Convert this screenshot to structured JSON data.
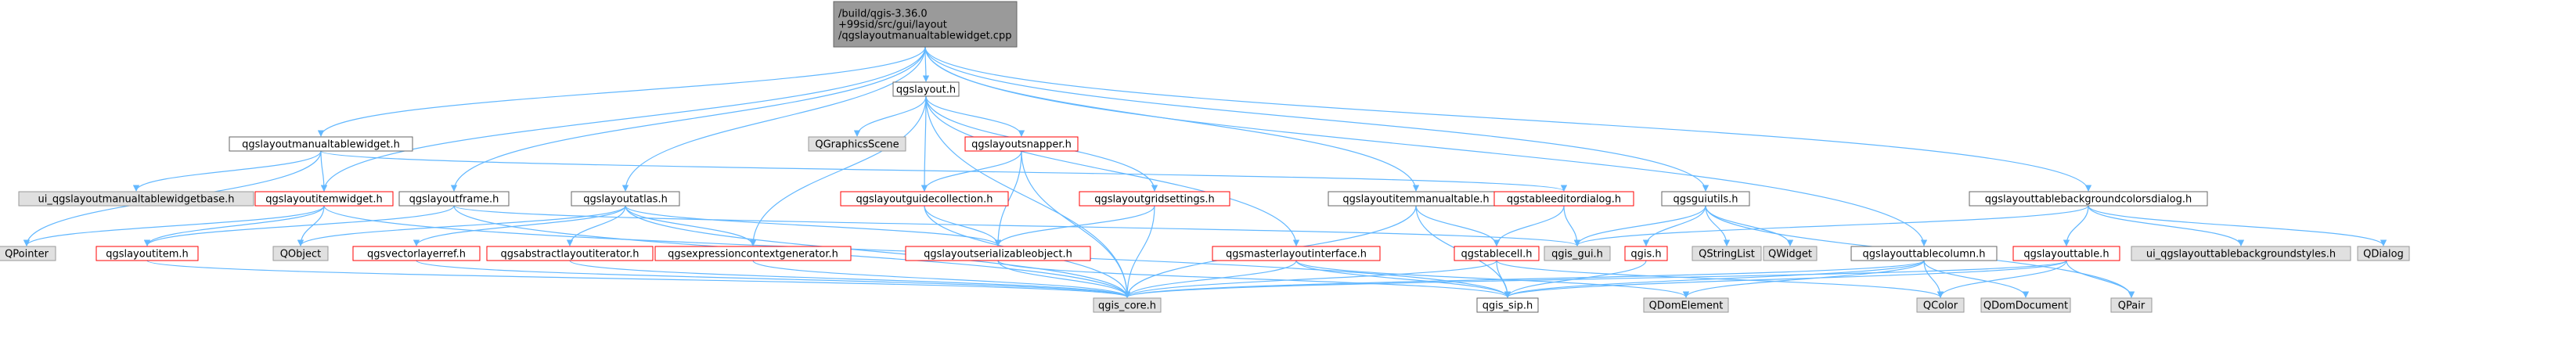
{
  "graph": {
    "colors": {
      "edge": "#63b8ff",
      "root_fill": "#9a9a9a",
      "root_border": "#666666",
      "gray_fill": "#e0e0e0",
      "gray_border": "#999999",
      "white_fill": "#ffffff",
      "white_border": "#666666",
      "red_border": "#ff0000"
    },
    "nodes": [
      {
        "id": "root",
        "lines": [
          "/build/qgis-3.36.0",
          "+99sid/src/gui/layout",
          "/qgslayoutmanualtablewidget.cpp"
        ],
        "style": "root"
      },
      {
        "id": "qgslayout_h",
        "lines": [
          "qgslayout.h"
        ],
        "style": "white"
      },
      {
        "id": "qgslayoutmanualtablewidget_h",
        "lines": [
          "qgslayoutmanualtablewidget.h"
        ],
        "style": "white"
      },
      {
        "id": "qgraphicsscene",
        "lines": [
          "QGraphicsScene"
        ],
        "style": "gray"
      },
      {
        "id": "qgslayoutsnapper_h",
        "lines": [
          "qgslayoutsnapper.h"
        ],
        "style": "red"
      },
      {
        "id": "ui_manualtable",
        "lines": [
          "ui_qgslayoutmanualtablewidgetbase.h"
        ],
        "style": "gray"
      },
      {
        "id": "qgslayoutitemwidget_h",
        "lines": [
          "qgslayoutitemwidget.h"
        ],
        "style": "red"
      },
      {
        "id": "qgslayoutframe_h",
        "lines": [
          "qgslayoutframe.h"
        ],
        "style": "white"
      },
      {
        "id": "qgslayoutatlas_h",
        "lines": [
          "qgslayoutatlas.h"
        ],
        "style": "white"
      },
      {
        "id": "qgslayoutguidecollection_h",
        "lines": [
          "qgslayoutguidecollection.h"
        ],
        "style": "red"
      },
      {
        "id": "qgslayoutgridsettings_h",
        "lines": [
          "qgslayoutgridsettings.h"
        ],
        "style": "red"
      },
      {
        "id": "qgslayoutitemmanualtable_h",
        "lines": [
          "qgslayoutitemmanualtable.h"
        ],
        "style": "white"
      },
      {
        "id": "qgstableeditordialog_h",
        "lines": [
          "qgstableeditordialog.h"
        ],
        "style": "red"
      },
      {
        "id": "qgsguiutils_h",
        "lines": [
          "qgsguiutils.h"
        ],
        "style": "white"
      },
      {
        "id": "qgslayouttablebackground_h",
        "lines": [
          "qgslayouttablebackgroundcolorsdialog.h"
        ],
        "style": "white"
      },
      {
        "id": "qpointer",
        "lines": [
          "QPointer"
        ],
        "style": "gray"
      },
      {
        "id": "qgslayoutitem_h",
        "lines": [
          "qgslayoutitem.h"
        ],
        "style": "red"
      },
      {
        "id": "qobject",
        "lines": [
          "QObject"
        ],
        "style": "gray"
      },
      {
        "id": "qgsvectorlayerref_h",
        "lines": [
          "qgsvectorlayerref.h"
        ],
        "style": "red"
      },
      {
        "id": "qgsabstractlayoutiterator_h",
        "lines": [
          "qgsabstractlayoutiterator.h"
        ],
        "style": "red"
      },
      {
        "id": "qgsexpressioncontextgenerator_h",
        "lines": [
          "qgsexpressioncontextgenerator.h"
        ],
        "style": "red"
      },
      {
        "id": "qgslayoutserializableobject_h",
        "lines": [
          "qgslayoutserializableobject.h"
        ],
        "style": "red"
      },
      {
        "id": "qgsmasterlayoutinterface_h",
        "lines": [
          "qgsmasterlayoutinterface.h"
        ],
        "style": "red"
      },
      {
        "id": "qgstablecell_h",
        "lines": [
          "qgstablecell.h"
        ],
        "style": "red"
      },
      {
        "id": "qgis_gui_h",
        "lines": [
          "qgis_gui.h"
        ],
        "style": "gray"
      },
      {
        "id": "qgis_h",
        "lines": [
          "qgis.h"
        ],
        "style": "red"
      },
      {
        "id": "qstringlist",
        "lines": [
          "QStringList"
        ],
        "style": "gray"
      },
      {
        "id": "qwidget",
        "lines": [
          "QWidget"
        ],
        "style": "gray"
      },
      {
        "id": "qgslayouttablecolumn_h",
        "lines": [
          "qgslayouttablecolumn.h"
        ],
        "style": "white"
      },
      {
        "id": "qgslayouttable_h",
        "lines": [
          "qgslayouttable.h"
        ],
        "style": "red"
      },
      {
        "id": "ui_tablebackground",
        "lines": [
          "ui_qgslayouttablebackgroundstyles.h"
        ],
        "style": "gray"
      },
      {
        "id": "qdialog",
        "lines": [
          "QDialog"
        ],
        "style": "gray"
      },
      {
        "id": "qgis_core_h",
        "lines": [
          "qgis_core.h"
        ],
        "style": "gray"
      },
      {
        "id": "qgis_sip_h",
        "lines": [
          "qgis_sip.h"
        ],
        "style": "white"
      },
      {
        "id": "qdomelement",
        "lines": [
          "QDomElement"
        ],
        "style": "gray"
      },
      {
        "id": "qcolor",
        "lines": [
          "QColor"
        ],
        "style": "gray"
      },
      {
        "id": "qdomdocument",
        "lines": [
          "QDomDocument"
        ],
        "style": "gray"
      },
      {
        "id": "qpair",
        "lines": [
          "QPair"
        ],
        "style": "gray"
      }
    ],
    "edges": [
      [
        "root",
        "qgslayout_h"
      ],
      [
        "root",
        "qgslayoutmanualtablewidget_h"
      ],
      [
        "root",
        "qgslayoutitemwidget_h"
      ],
      [
        "root",
        "qgslayoutframe_h"
      ],
      [
        "root",
        "qgslayoutatlas_h"
      ],
      [
        "root",
        "qgslayoutitemmanualtable_h"
      ],
      [
        "root",
        "qgsguiutils_h"
      ],
      [
        "root",
        "qgslayouttablebackground_h"
      ],
      [
        "root",
        "qgslayouttablecolumn_h"
      ],
      [
        "qgslayout_h",
        "qgraphicsscene"
      ],
      [
        "qgslayout_h",
        "qgslayoutsnapper_h"
      ],
      [
        "qgslayout_h",
        "qgslayoutguidecollection_h"
      ],
      [
        "qgslayout_h",
        "qgslayoutgridsettings_h"
      ],
      [
        "qgslayout_h",
        "qgsexpressioncontextgenerator_h"
      ],
      [
        "qgslayout_h",
        "qgsmasterlayoutinterface_h"
      ],
      [
        "qgslayout_h",
        "qgis_core_h"
      ],
      [
        "qgslayoutmanualtablewidget_h",
        "ui_manualtable"
      ],
      [
        "qgslayoutmanualtablewidget_h",
        "qgslayoutitemwidget_h"
      ],
      [
        "qgslayoutmanualtablewidget_h",
        "qpointer"
      ],
      [
        "qgslayoutmanualtablewidget_h",
        "qgstableeditordialog_h"
      ],
      [
        "qgslayoutsnapper_h",
        "qgslayoutguidecollection_h"
      ],
      [
        "qgslayoutsnapper_h",
        "qgslayoutserializableobject_h"
      ],
      [
        "qgslayoutsnapper_h",
        "qgis_core_h"
      ],
      [
        "qgslayoutitemwidget_h",
        "qgslayoutitem_h"
      ],
      [
        "qgslayoutitemwidget_h",
        "qpointer"
      ],
      [
        "qgslayoutitemwidget_h",
        "qobject"
      ],
      [
        "qgslayoutitemwidget_h",
        "qgis_sip_h"
      ],
      [
        "qgslayoutframe_h",
        "qgslayoutitem_h"
      ],
      [
        "qgslayoutframe_h",
        "qgis_core_h"
      ],
      [
        "qgslayoutframe_h",
        "qgis_gui_h"
      ],
      [
        "qgslayoutatlas_h",
        "qobject"
      ],
      [
        "qgslayoutatlas_h",
        "qgsvectorlayerref_h"
      ],
      [
        "qgslayoutatlas_h",
        "qgsabstractlayoutiterator_h"
      ],
      [
        "qgslayoutatlas_h",
        "qgsexpressioncontextgenerator_h"
      ],
      [
        "qgslayoutatlas_h",
        "qgslayoutserializableobject_h"
      ],
      [
        "qgslayoutatlas_h",
        "qgis_core_h"
      ],
      [
        "qgslayoutguidecollection_h",
        "qgslayoutserializableobject_h"
      ],
      [
        "qgslayoutguidecollection_h",
        "qgis_core_h"
      ],
      [
        "qgslayoutgridsettings_h",
        "qgslayoutserializableobject_h"
      ],
      [
        "qgslayoutgridsettings_h",
        "qgis_core_h"
      ],
      [
        "qgslayoutitemmanualtable_h",
        "qgstablecell_h"
      ],
      [
        "qgslayoutitemmanualtable_h",
        "qgis_core_h"
      ],
      [
        "qgslayoutitemmanualtable_h",
        "qgis_sip_h"
      ],
      [
        "qgstableeditordialog_h",
        "qgis_gui_h"
      ],
      [
        "qgstableeditordialog_h",
        "qgstablecell_h"
      ],
      [
        "qgsguiutils_h",
        "qgis_gui_h"
      ],
      [
        "qgsguiutils_h",
        "qgis_h"
      ],
      [
        "qgsguiutils_h",
        "qstringlist"
      ],
      [
        "qgsguiutils_h",
        "qwidget"
      ],
      [
        "qgsguiutils_h",
        "qpair"
      ],
      [
        "qgslayouttablebackground_h",
        "qgslayouttable_h"
      ],
      [
        "qgslayouttablebackground_h",
        "ui_tablebackground"
      ],
      [
        "qgslayouttablebackground_h",
        "qdialog"
      ],
      [
        "qgslayouttablebackground_h",
        "qgis_gui_h"
      ],
      [
        "qgslayoutitem_h",
        "qgis_core_h"
      ],
      [
        "qgsvectorlayerref_h",
        "qgis_core_h"
      ],
      [
        "qgsabstractlayoutiterator_h",
        "qgis_core_h"
      ],
      [
        "qgsexpressioncontextgenerator_h",
        "qgis_core_h"
      ],
      [
        "qgslayoutserializableobject_h",
        "qgis_core_h"
      ],
      [
        "qgslayoutserializableobject_h",
        "qgis_sip_h"
      ],
      [
        "qgsmasterlayoutinterface_h",
        "qgis_core_h"
      ],
      [
        "qgsmasterlayoutinterface_h",
        "qgis_sip_h"
      ],
      [
        "qgsmasterlayoutinterface_h",
        "qdomelement"
      ],
      [
        "qgstablecell_h",
        "qgis_core_h"
      ],
      [
        "qgstablecell_h",
        "qgis_sip_h"
      ],
      [
        "qgstablecell_h",
        "qcolor"
      ],
      [
        "qgis_h",
        "qgis_sip_h"
      ],
      [
        "qgslayouttablecolumn_h",
        "qgis_core_h"
      ],
      [
        "qgslayouttablecolumn_h",
        "qgis_sip_h"
      ],
      [
        "qgslayouttablecolumn_h",
        "qdomelement"
      ],
      [
        "qgslayouttablecolumn_h",
        "qcolor"
      ],
      [
        "qgslayouttablecolumn_h",
        "qdomdocument"
      ],
      [
        "qgslayouttable_h",
        "qgis_core_h"
      ],
      [
        "qgslayouttable_h",
        "qgis_sip_h"
      ],
      [
        "qgslayouttable_h",
        "qcolor"
      ],
      [
        "qgslayouttable_h",
        "qpair"
      ]
    ]
  }
}
